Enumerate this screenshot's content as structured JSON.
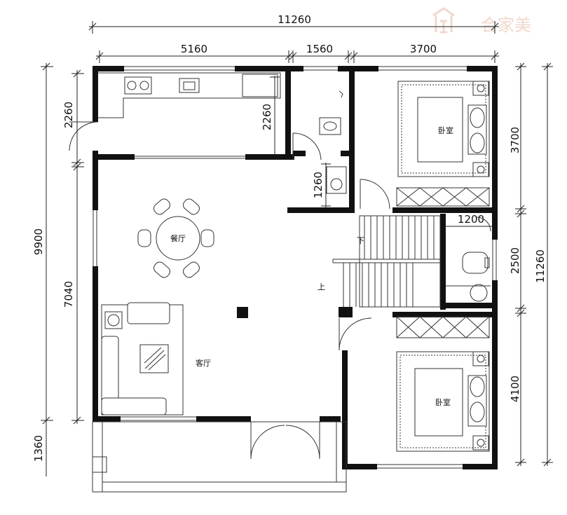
{
  "watermark": {
    "text": "合家美"
  },
  "dimensions": {
    "top_total": "11260",
    "top_left": "5160",
    "top_mid": "1560",
    "top_right": "3700",
    "left_total": "9900",
    "left_living": "7040",
    "left_kitchen": "2260",
    "left_porch": "1360",
    "kitchen_inner": "2260",
    "wc_small": "1260",
    "right_bed1": "3700",
    "right_bath": "2500",
    "right_bed2": "4100",
    "right_total": "11260",
    "bath_width": "1200"
  },
  "rooms": {
    "bedroom_top": "卧室",
    "bedroom_bottom": "卧室",
    "dining": "餐厅",
    "living": "客厅"
  },
  "stairs": {
    "down": "下",
    "up": "上"
  }
}
